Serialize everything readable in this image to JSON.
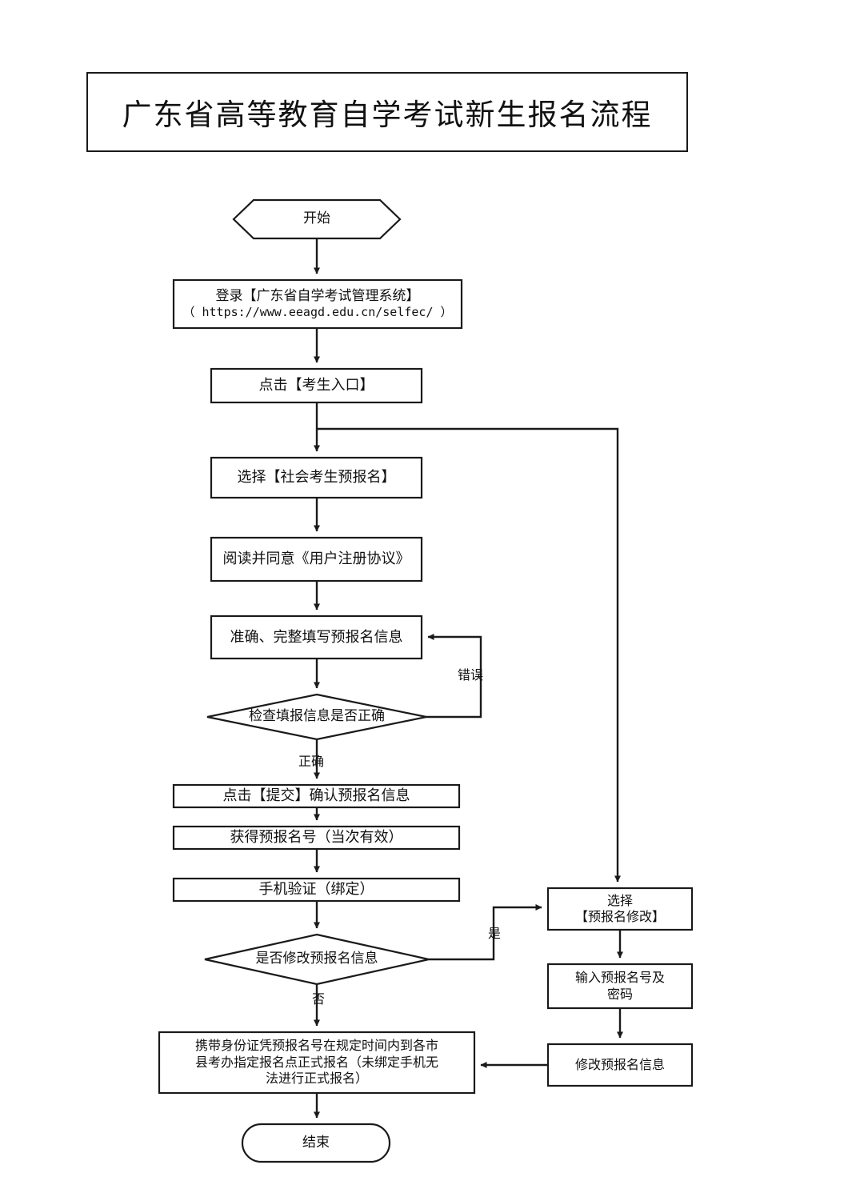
{
  "document": {
    "title": "广东省高等教育自学考试新生报名流程",
    "type": "flowchart",
    "language": "zh-CN"
  },
  "theme": {
    "background": "#ffffff",
    "stroke": "#1a1a1a",
    "text": "#111111",
    "node_fill": "#ffffff"
  },
  "nodes": {
    "start": {
      "label": "开始",
      "shape": "hexagon"
    },
    "login": {
      "label": "登录【广东省自学考试管理系统】",
      "label_line2": "（ https://www.eeagd.edu.cn/selfec/ ）",
      "shape": "process"
    },
    "candidate_entry": {
      "label": "点击【考生入口】",
      "shape": "process"
    },
    "select_pre_register": {
      "label": "选择【社会考生预报名】",
      "shape": "process"
    },
    "agree_agreement": {
      "label": "阅读并同意《用户注册协议》",
      "shape": "process"
    },
    "fill_info": {
      "label": "准确、完整填写预报名信息",
      "shape": "process"
    },
    "check_info": {
      "label": "检查填报信息是否正确",
      "shape": "decision"
    },
    "submit_info": {
      "label": "点击【提交】确认预报名信息",
      "shape": "process"
    },
    "get_number": {
      "label": "获得预报名号（当次有效）",
      "shape": "process"
    },
    "phone_verify": {
      "label": "手机验证（绑定）",
      "shape": "process"
    },
    "modify_decision": {
      "label": "是否修改预报名信息",
      "shape": "decision"
    },
    "select_modify": {
      "label": "选择",
      "label_line2": "【预报名修改】",
      "shape": "process"
    },
    "enter_number": {
      "label": "输入预报名号及",
      "label_line2": "密码",
      "shape": "process"
    },
    "modify_info": {
      "label": "修改预报名信息",
      "shape": "process"
    },
    "formal_register": {
      "label": "携带身份证凭预报名号在规定时间内到各市",
      "label_line2": "县考办指定报名点正式报名（未绑定手机无",
      "label_line3": "法进行正式报名）",
      "shape": "process"
    },
    "end": {
      "label": "结束",
      "shape": "terminator"
    }
  },
  "edge_labels": {
    "error": "错误",
    "correct": "正确",
    "yes": "是",
    "no": "否"
  }
}
